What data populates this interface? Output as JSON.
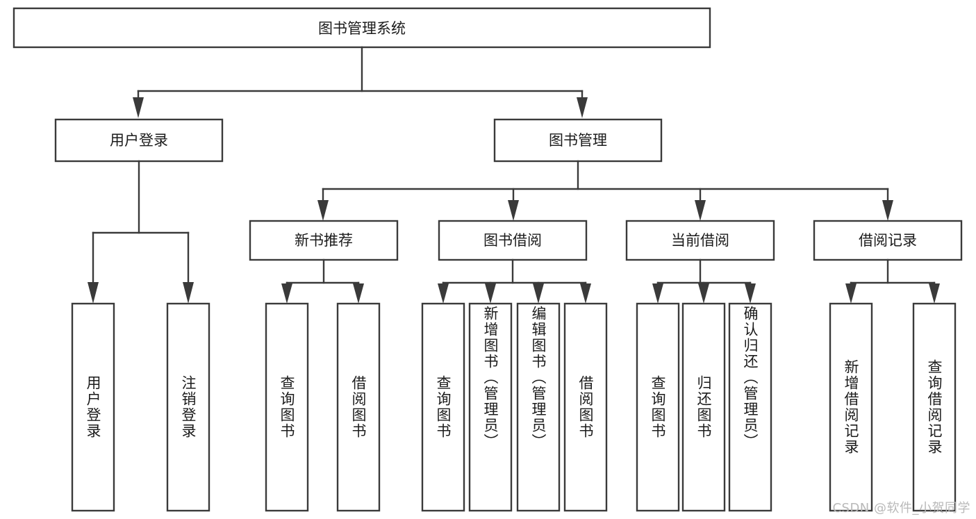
{
  "diagram": {
    "type": "tree",
    "title": "图书管理系统",
    "orientation": "top-down",
    "colors": {
      "box_stroke": "#3a3a3a",
      "box_fill": "#ffffff",
      "text": "#1b1b1b",
      "connector": "#3a3a3a",
      "watermark": "#b9b9b9",
      "background": "#ffffff"
    },
    "root": {
      "label": "图书管理系统"
    },
    "level2": [
      {
        "label": "用户登录"
      },
      {
        "label": "图书管理"
      }
    ],
    "level3": [
      {
        "label": "新书推荐"
      },
      {
        "label": "图书借阅"
      },
      {
        "label": "当前借阅"
      },
      {
        "label": "借阅记录"
      }
    ],
    "leaves": {
      "user_login": [
        {
          "label": "用户登录"
        },
        {
          "label": "注销登录"
        }
      ],
      "new_book_recommend": [
        {
          "label": "查询图书"
        },
        {
          "label": "借阅图书"
        }
      ],
      "book_borrow": [
        {
          "label": "查询图书"
        },
        {
          "label": "新增图书（管理员）"
        },
        {
          "label": "编辑图书（管理员）"
        },
        {
          "label": "借阅图书"
        }
      ],
      "current_borrow": [
        {
          "label": "查询图书"
        },
        {
          "label": "归还图书"
        },
        {
          "label": "确认归还（管理员）"
        }
      ],
      "borrow_record": [
        {
          "label": "新增借阅记录"
        },
        {
          "label": "查询借阅记录"
        }
      ]
    }
  },
  "watermark": {
    "text": "CSDN @软件_小贺同学"
  }
}
